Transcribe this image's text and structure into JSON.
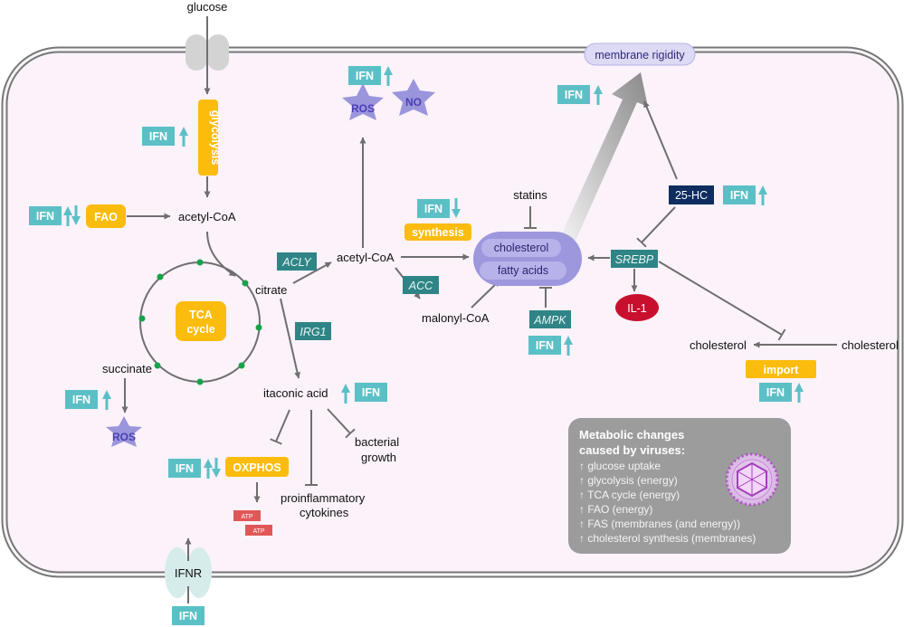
{
  "labels": {
    "glucose": "glucose",
    "glycolysis": "glycolysis",
    "fao": "FAO",
    "acetyl_coa_left": "acetyl-CoA",
    "tca": [
      "TCA",
      "cycle"
    ],
    "citrate": "citrate",
    "acly": "ACLY",
    "acetyl_coa_mid": "acetyl-CoA",
    "acc": "ACC",
    "malonyl_coa": "malonyl-CoA",
    "irg1": "IRG1",
    "itaconic": "itaconic acid",
    "succinate": "succinate",
    "bacterial_growth": [
      "bacterial",
      "growth"
    ],
    "oxphos": "OXPHOS",
    "atp": "ATP",
    "proinflammatory": [
      "proinflammatory",
      "cytokines"
    ],
    "ifnr": "IFNR",
    "ifn": "IFN",
    "ros": "ROS",
    "no": "NO",
    "synthesis": "synthesis",
    "statins": "statins",
    "cholesterol_lipid": "cholesterol",
    "fatty_acids": "fatty acids",
    "ampk": "AMPK",
    "membrane_rigidity": "membrane rigidity",
    "hc25": "25-HC",
    "srebp": "SREBP",
    "il1": "IL-1",
    "cholesterol_in": "cholesterol",
    "cholesterol_out": "cholesterol",
    "import": "import"
  },
  "legend": {
    "title": [
      "Metabolic changes",
      "caused by viruses:"
    ],
    "items": [
      "↑ glucose uptake",
      "↑ glycolysis (energy)",
      "↑ TCA cycle (energy)",
      "↑ FAO (energy)",
      "↑ FAS (membranes (and energy))",
      "↑ cholesterol synthesis (membranes)"
    ]
  },
  "colors": {
    "ifn_box": "#5bc0c6",
    "ifn_arrow": "#5bc0c6",
    "orange": "#fbbc0e",
    "enzyme": "#2f8486",
    "navy": "#0f2d5e",
    "il1": "#c8102e",
    "lipid": "#9d97de",
    "ros": "#9b95dc",
    "cell_fill": "#fbf2fa",
    "arrow": "#6f6f6f"
  }
}
